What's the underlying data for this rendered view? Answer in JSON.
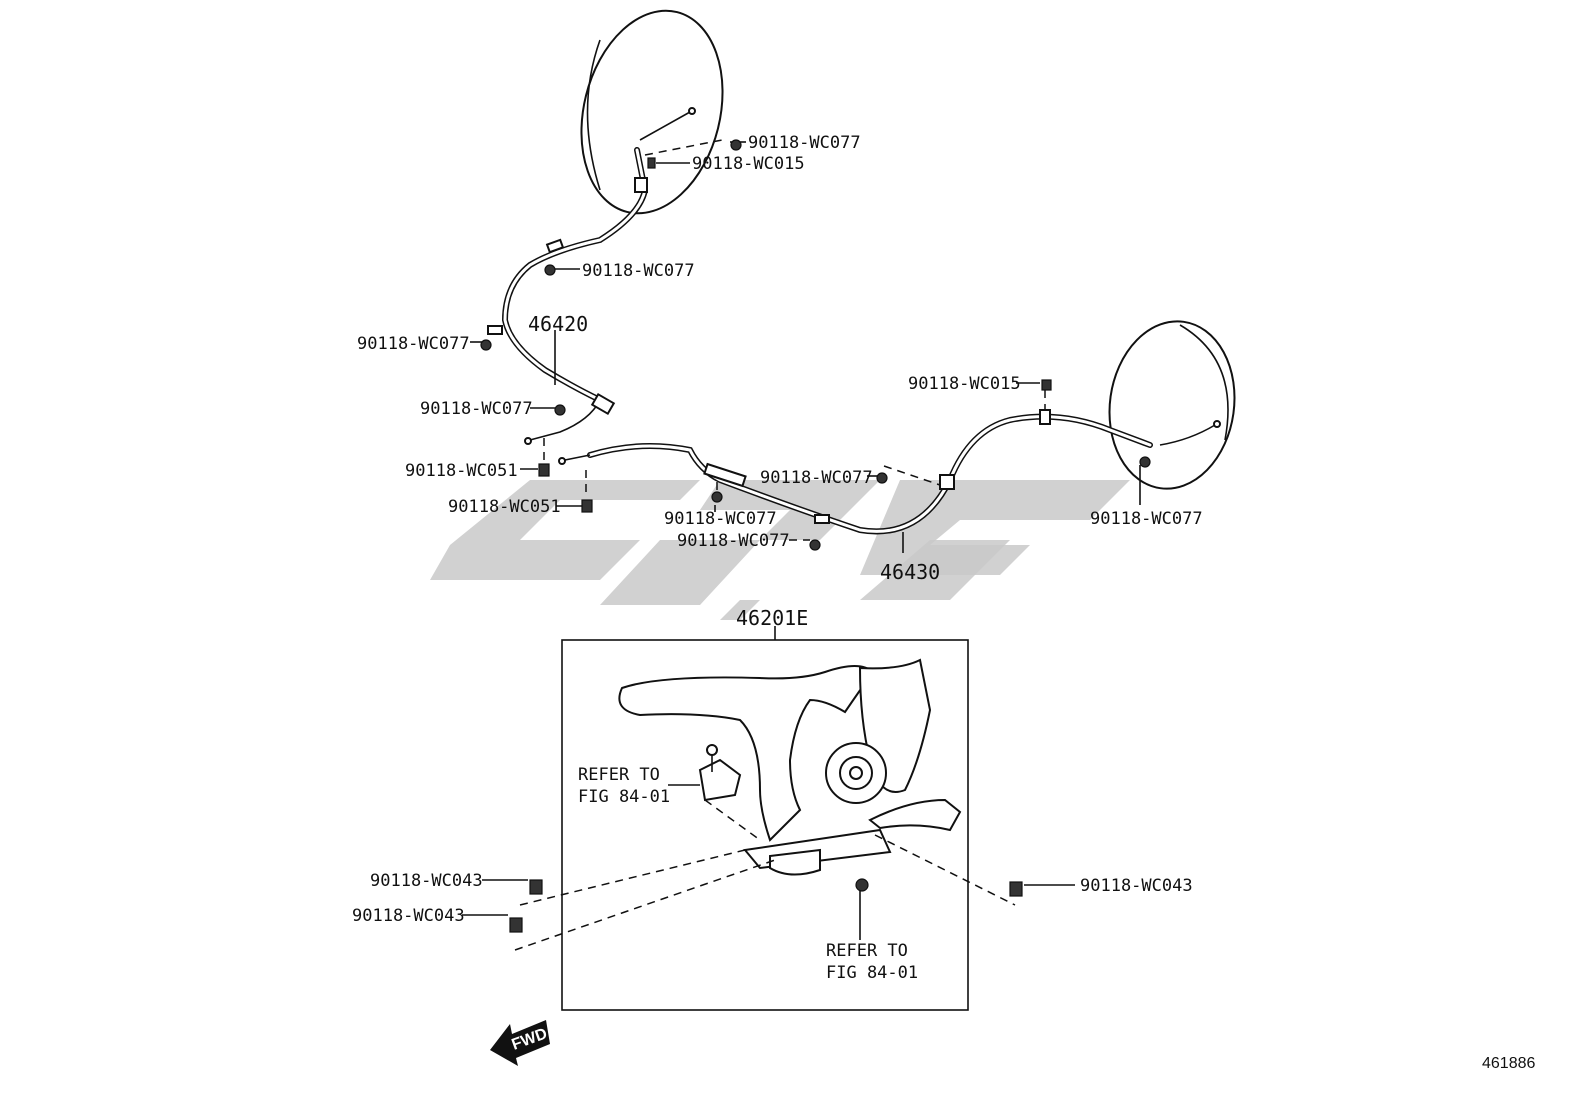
{
  "diagram": {
    "cable_rear_left": "46420",
    "cable_rear_right": "46430",
    "lever_assembly": "46201E",
    "refer_top_line1": "REFER TO",
    "refer_top_line2": "FIG 84-01",
    "refer_bottom_line1": "REFER TO",
    "refer_bottom_line2": "FIG 84-01",
    "fwd_label": "FWD",
    "figure_code": "461886",
    "fasteners": {
      "top_nut": "90118-WC077",
      "top_bolt": "90118-WC015",
      "mid_nut": "90118-WC077",
      "left_nut": "90118-WC077",
      "left_lower_nut": "90118-WC077",
      "left_bolt_a": "90118-WC051",
      "left_bolt_b": "90118-WC051",
      "right_bolt": "90118-WC015",
      "center_nut": "90118-WC077",
      "center_low_nut_a": "90118-WC077",
      "center_low_nut_b": "90118-WC077",
      "right_drum_nut": "90118-WC077",
      "lever_bolt_left_a": "90118-WC043",
      "lever_bolt_left_b": "90118-WC043",
      "lever_bolt_right": "90118-WC043"
    }
  }
}
